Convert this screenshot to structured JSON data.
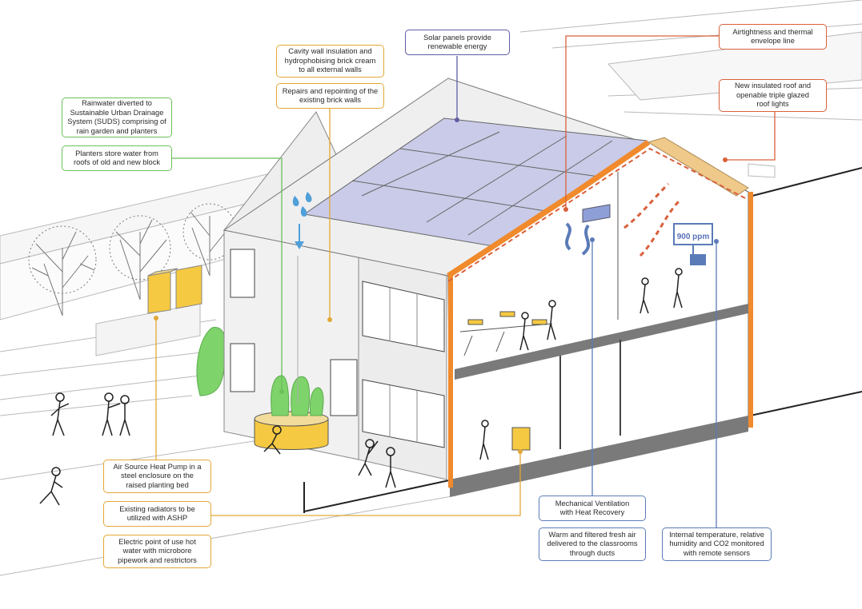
{
  "colors": {
    "green": "#6cbf5a",
    "orange": "#e3a735",
    "red": "#d9603b",
    "blue": "#5b7bb8",
    "purple": "#5f5ea3",
    "insulation": "#f08a2c",
    "solar": "#c9cbe8",
    "roof_timber": "#efc98a",
    "yellow_unit": "#f5c941"
  },
  "sensor_display": "900 ppm",
  "callouts": {
    "solar": [
      "Solar panels provide",
      "renewable energy"
    ],
    "cavity": [
      "Cavity wall insulation and",
      "hydrophobising brick cream",
      "to all external walls"
    ],
    "repairs": [
      "Repairs and repointing of the",
      "existing brick walls"
    ],
    "rainwater": [
      "Rainwater diverted to",
      "Sustainable Urban Drainage",
      "System (SUDS) comprising of",
      "rain garden and planters"
    ],
    "planters": [
      "Planters store water from",
      "roofs of old and new block"
    ],
    "airtight": [
      "Airtightness and thermal",
      "envelope line"
    ],
    "roof": [
      "New insulated roof and",
      "openable triple glazed",
      "roof lights"
    ],
    "ashp": [
      "Air Source Heat Pump in a",
      "steel enclosure on the",
      "raised planting bed"
    ],
    "radiators": [
      "Existing radiators to be",
      "utilized with ASHP"
    ],
    "electric": [
      "Electric point of use hot",
      "water with microbore",
      "pipework and restrictors"
    ],
    "mvhr": [
      "Mechanical Ventilation",
      "with Heat Recovery"
    ],
    "warm_air": [
      "Warm and filtered fresh air",
      "delivered to the classrooms",
      "through ducts"
    ],
    "sensors": [
      "Internal temperature, relative",
      "humidity and CO2 monitored",
      "with remote sensors"
    ]
  }
}
